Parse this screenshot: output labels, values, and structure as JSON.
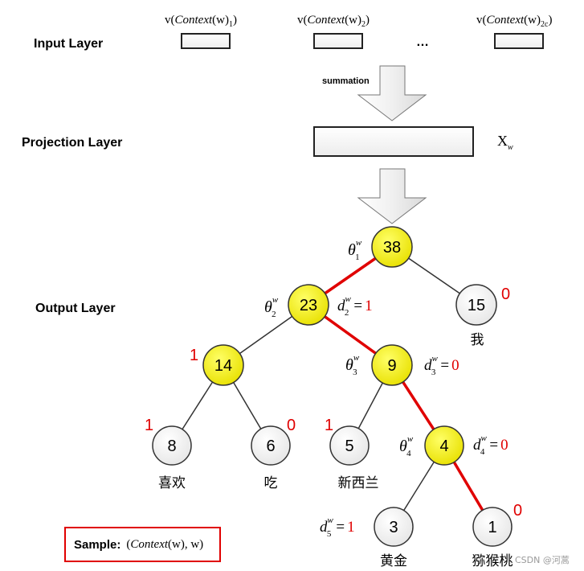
{
  "layers": {
    "input": "Input Layer",
    "projection": "Projection Layer",
    "output": "Output Layer"
  },
  "input_vectors": [
    {
      "prefix": "v(",
      "italic": "Context",
      "mid": "(w)",
      "sub": "1",
      "suffix": ")"
    },
    {
      "prefix": "v(",
      "italic": "Context",
      "mid": "(w)",
      "sub": "2",
      "suffix": ")"
    },
    {
      "prefix": "v(",
      "italic": "Context",
      "mid": "(w)",
      "sub": "2c",
      "suffix": ")"
    }
  ],
  "ellipsis": "…",
  "summation_label": "summation",
  "projection_output": {
    "base": "X",
    "sub": "w"
  },
  "tree": {
    "nodes": [
      {
        "id": "n38",
        "value": "38",
        "highlight": true
      },
      {
        "id": "n23",
        "value": "23",
        "highlight": true
      },
      {
        "id": "n15",
        "value": "15",
        "highlight": false
      },
      {
        "id": "n14",
        "value": "14",
        "highlight": true
      },
      {
        "id": "n9",
        "value": "9",
        "highlight": true
      },
      {
        "id": "n8",
        "value": "8",
        "highlight": false
      },
      {
        "id": "n6",
        "value": "6",
        "highlight": false
      },
      {
        "id": "n5",
        "value": "5",
        "highlight": false
      },
      {
        "id": "n4",
        "value": "4",
        "highlight": true
      },
      {
        "id": "n3",
        "value": "3",
        "highlight": false
      },
      {
        "id": "n1",
        "value": "1",
        "highlight": false
      }
    ],
    "leaf_words": {
      "n15": "我",
      "n8": "喜欢",
      "n6": "吃",
      "n5": "新西兰",
      "n3": "黄金",
      "n1": "猕猴桃"
    },
    "branch_codes": {
      "n15": "0",
      "n14": "1",
      "n8": "1",
      "n6": "0",
      "n5": "1",
      "n1": "0"
    },
    "thetas": [
      {
        "base": "θ",
        "sub": "1",
        "sup": "w"
      },
      {
        "base": "θ",
        "sub": "2",
        "sup": "w"
      },
      {
        "base": "θ",
        "sub": "3",
        "sup": "w"
      },
      {
        "base": "θ",
        "sub": "4",
        "sup": "w"
      }
    ],
    "d_labels": [
      {
        "base": "d",
        "sub": "2",
        "sup": "w",
        "value": "1"
      },
      {
        "base": "d",
        "sub": "3",
        "sup": "w",
        "value": "0"
      },
      {
        "base": "d",
        "sub": "4",
        "sup": "w",
        "value": "0"
      },
      {
        "base": "d",
        "sub": "5",
        "sup": "w",
        "value": "1"
      }
    ]
  },
  "sample": {
    "label": "Sample:",
    "formula_italic": "Context",
    "formula_rest": "(w), w",
    "formula_open": "(",
    "formula_close": ")"
  },
  "watermark": "CSDN @河蒿",
  "colors": {
    "highlight_node": "#f2ef0f",
    "normal_node": "#f2f2f2",
    "path_edge": "#e00000",
    "code_text": "#e00000",
    "edge": "#333333"
  }
}
